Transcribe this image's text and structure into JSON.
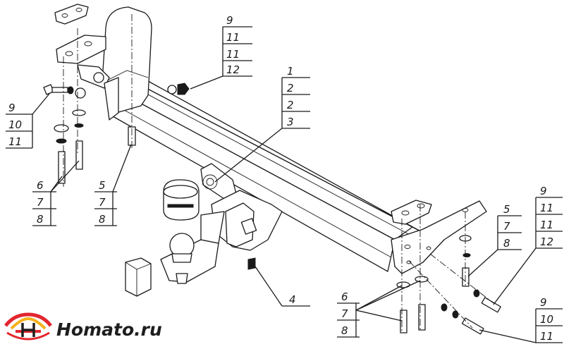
{
  "callouts": {
    "top_right": [
      "9",
      "11",
      "11",
      "12"
    ],
    "top_left": [
      "9",
      "10",
      "11"
    ],
    "left_mid": [
      "6",
      "7",
      "8"
    ],
    "center_bolt": [
      "5",
      "7",
      "8"
    ],
    "beam": [
      "1",
      "2",
      "2",
      "3"
    ],
    "bottom_center": [
      "4"
    ],
    "bottom_mid": [
      "6",
      "7",
      "8"
    ],
    "right_mid": [
      "5",
      "7",
      "8"
    ],
    "right_far": [
      "9",
      "11",
      "11",
      "12"
    ],
    "bottom_right": [
      "9",
      "10",
      "11"
    ]
  },
  "brand": {
    "name": "Homato.ru",
    "colors": {
      "red": "#e3262e",
      "yellow": "#f5b21b",
      "ink": "#1e1e1e"
    }
  }
}
